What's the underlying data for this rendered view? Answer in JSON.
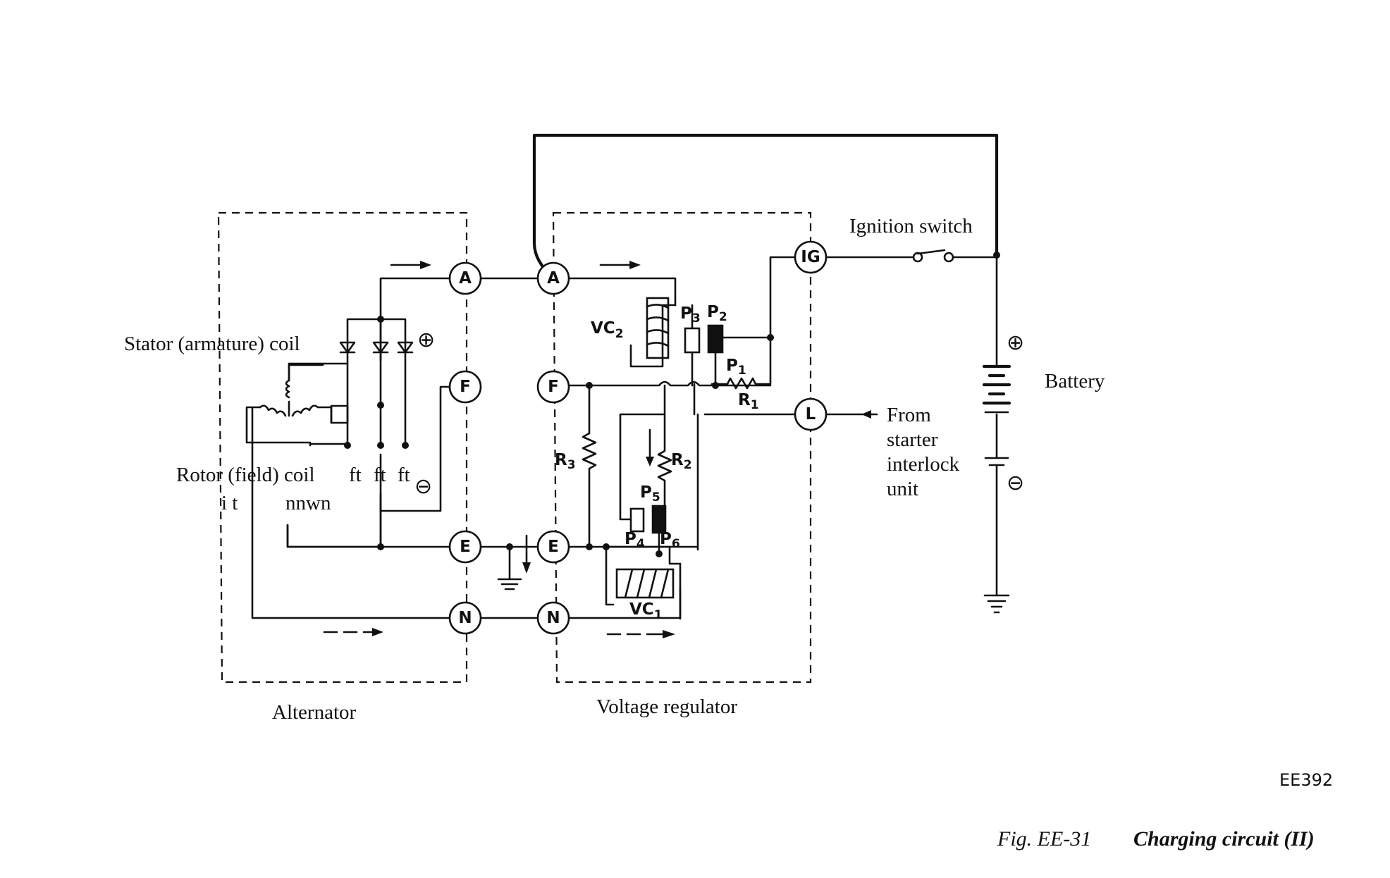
{
  "labels": {
    "stator_coil": "Stator (armature) coil",
    "rotor_coil": "Rotor (field) coil",
    "rotor_artifact_1": "ft",
    "rotor_artifact_2": "ft",
    "rotor_artifact_3": "ft",
    "rotor_artifact_4": "i  t",
    "rotor_artifact_5": "nnwn",
    "alternator": "Alternator",
    "voltage_regulator": "Voltage regulator",
    "ignition_switch": "Ignition switch",
    "battery": "Battery",
    "from_line1": "From",
    "from_line2": "starter",
    "from_line3": "interlock",
    "from_line4": "unit"
  },
  "terminals": {
    "alt_a": "A",
    "alt_f": "F",
    "alt_e": "E",
    "alt_n": "N",
    "reg_a": "A",
    "reg_f": "F",
    "reg_e": "E",
    "reg_n": "N",
    "ig": "IG",
    "l": "L"
  },
  "components": {
    "vc2": "VC",
    "vc2_sub": "2",
    "vc1": "VC",
    "vc1_sub": "1",
    "p1": "P",
    "p1_sub": "1",
    "p2": "P",
    "p2_sub": "2",
    "p3": "P",
    "p3_sub": "3",
    "p4": "P",
    "p4_sub": "4",
    "p5": "P",
    "p5_sub": "5",
    "p6": "P",
    "p6_sub": "6",
    "r1": "R",
    "r1_sub": "1",
    "r2": "R",
    "r2_sub": "2",
    "r3": "R",
    "r3_sub": "3"
  },
  "symbols": {
    "plus": "⊕",
    "minus": "⊖"
  },
  "figure": {
    "code": "EE392",
    "caption_prefix": "Fig.  EE-31",
    "caption_title": "Charging circuit (II)"
  }
}
